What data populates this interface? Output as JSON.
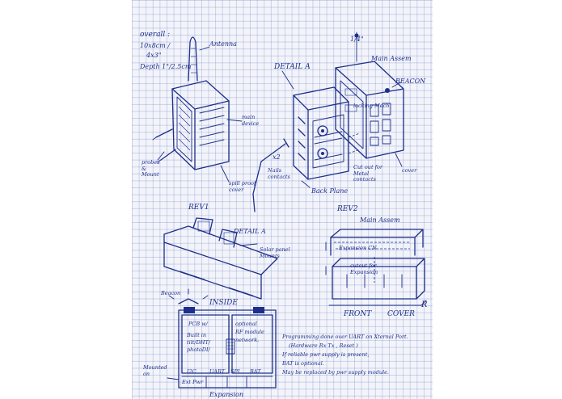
{
  "notes": {
    "overall": "overall :",
    "overall_dims": "10x8cm /",
    "overall_inches": "4x3\"",
    "depth": "Depth 1\"/2.5cm",
    "antenna": "Antenna",
    "main_device": "main device",
    "probes_mount": "probes & Mount",
    "spill_proof_cover": "spill proof cover",
    "detail_a_top": "DETAIL A",
    "x2": "x2",
    "nails_contacts": "Nails contacts",
    "back_plane": "Back Plane",
    "locking_mech": "locking Mech",
    "main_assem_top": "Main Assem",
    "beacon_top": "BEACON",
    "cutout_metal_contacts": "Cut out for Metal contacts",
    "cover_top": "cover",
    "quarter_inch": "1/4\"",
    "rev1": "REV1",
    "detail_a_mid": "DETAIL A",
    "solar_panel": "Solar panel Mounts",
    "rev2": "REV2",
    "main_assem_rev2": "Main Assem",
    "expansion_cn": "Expansion CN",
    "cutout_expansion": "cutout for Expansion",
    "front": "FRONT",
    "cover_rev2": "COVER",
    "r_mark": "R",
    "beacon_inside": "Beacon",
    "inside": "INSIDE",
    "pcb": "PCB w/",
    "built_in": "Built in",
    "tilt_dht": "tilt/DHT/",
    "photo_di": "photoDI/",
    "optional": "optional",
    "rf_module": "RF module",
    "network": "network.",
    "i2c": "I2C",
    "uart": "UART",
    "spi": "SPI",
    "bat": "BAT",
    "mounted_on": "Mounted on",
    "ext_pwr": "Ext Pwr",
    "expansion": "Expansion",
    "prog_line1": "Programming done over UART on Xternal Port.",
    "prog_line2": "(Hardware Rx Tx , Reset )",
    "prog_line3": "If reliable pwr supply is present,",
    "prog_line4": "BAT is optional.",
    "prog_line5": "May be replaced by pwr supply module."
  }
}
